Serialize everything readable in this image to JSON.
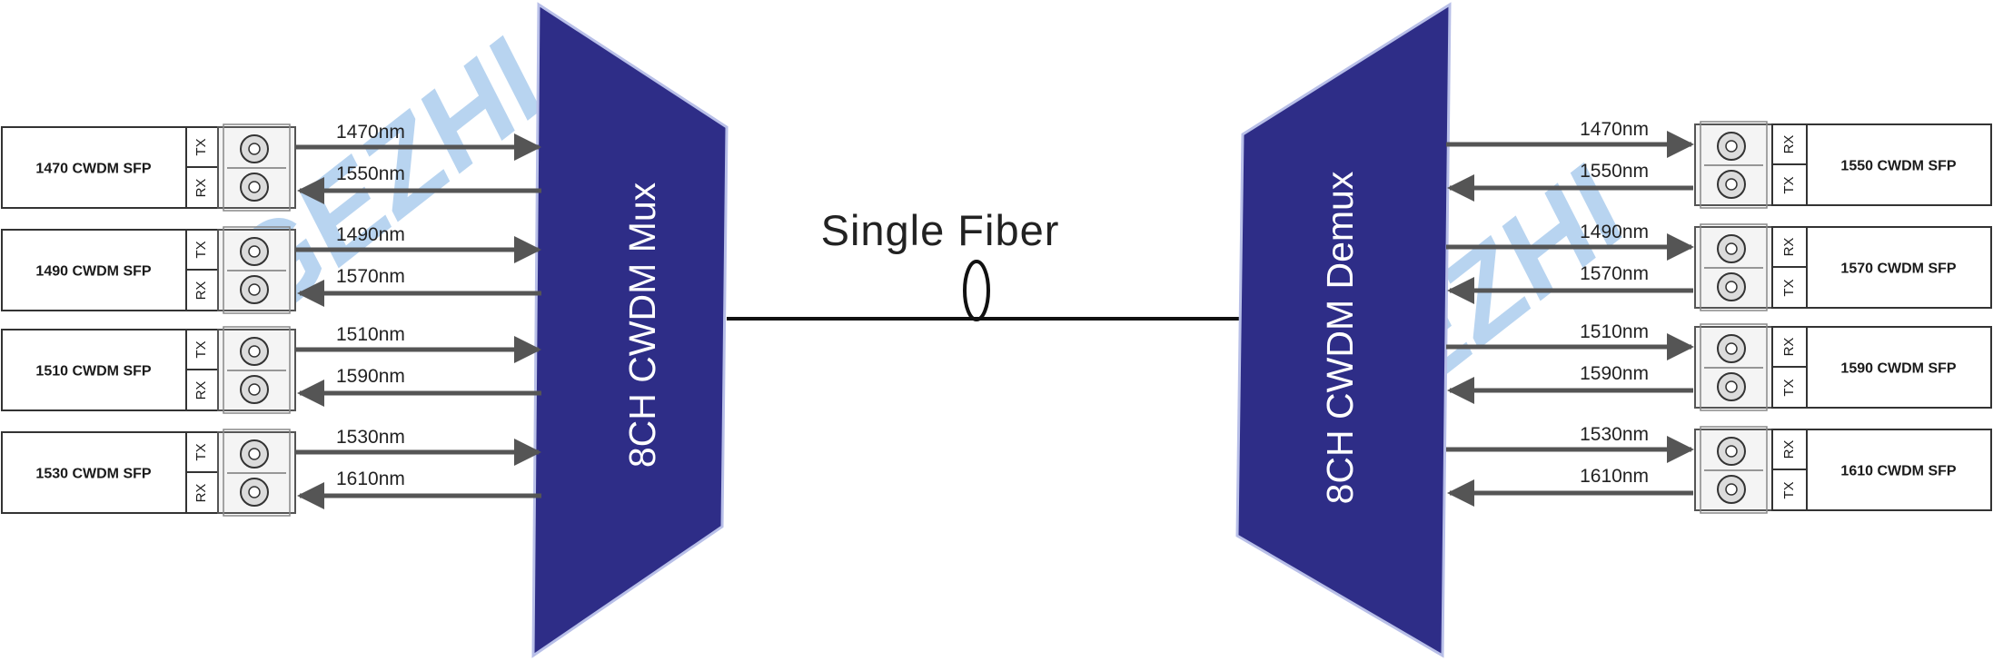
{
  "colors": {
    "unit_fill": "#2e2d87",
    "unit_border": "#b8bfe8",
    "arrow": "#555555",
    "fiber": "#111111",
    "box_border": "#333333",
    "watermark": "#7fb2e5"
  },
  "mux": {
    "label": "8CH CWDM Mux"
  },
  "demux": {
    "label": "8CH CWDM Demux"
  },
  "fiber": {
    "label": "Single Fiber"
  },
  "watermark": {
    "text": "GEZHI"
  },
  "left_modules": [
    {
      "name": "1470 CWDM SFP",
      "port_top": "TX",
      "port_bottom": "RX",
      "wl_out": "1470nm",
      "wl_in": "1550nm"
    },
    {
      "name": "1490 CWDM SFP",
      "port_top": "TX",
      "port_bottom": "RX",
      "wl_out": "1490nm",
      "wl_in": "1570nm"
    },
    {
      "name": "1510 CWDM SFP",
      "port_top": "TX",
      "port_bottom": "RX",
      "wl_out": "1510nm",
      "wl_in": "1590nm"
    },
    {
      "name": "1530 CWDM SFP",
      "port_top": "TX",
      "port_bottom": "RX",
      "wl_out": "1530nm",
      "wl_in": "1610nm"
    }
  ],
  "right_modules": [
    {
      "name": "1550 CWDM SFP",
      "port_top": "RX",
      "port_bottom": "TX",
      "wl_in": "1470nm",
      "wl_out": "1550nm"
    },
    {
      "name": "1570 CWDM SFP",
      "port_top": "RX",
      "port_bottom": "TX",
      "wl_in": "1490nm",
      "wl_out": "1570nm"
    },
    {
      "name": "1590 CWDM SFP",
      "port_top": "RX",
      "port_bottom": "TX",
      "wl_in": "1510nm",
      "wl_out": "1590nm"
    },
    {
      "name": "1610 CWDM SFP",
      "port_top": "RX",
      "port_bottom": "TX",
      "wl_in": "1530nm",
      "wl_out": "1610nm"
    }
  ]
}
